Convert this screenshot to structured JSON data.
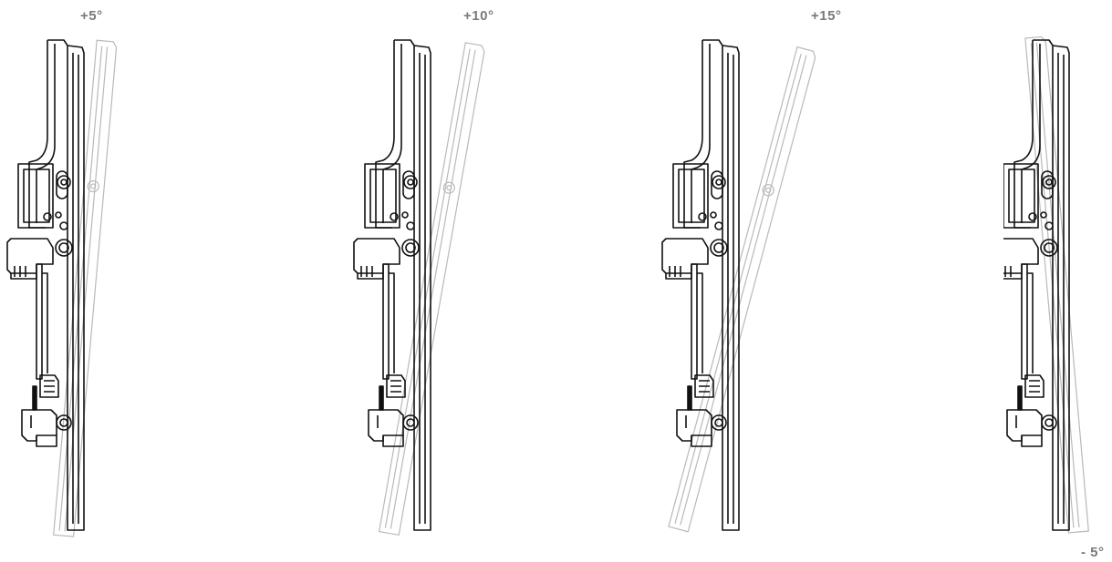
{
  "labels": {
    "tilt_plus_5": "+5°",
    "tilt_plus_10": "+10°",
    "tilt_plus_15": "+15°",
    "tilt_minus_5": "- 5°"
  },
  "views": [
    {
      "id": "plus-5",
      "tilt_degrees": 5
    },
    {
      "id": "plus-10",
      "tilt_degrees": 10
    },
    {
      "id": "plus-15",
      "tilt_degrees": 15
    },
    {
      "id": "minus-5",
      "tilt_degrees": -5
    }
  ],
  "colors": {
    "outline": "#111111",
    "ghost": "#b9b9b9",
    "label": "#7a7a7a"
  }
}
